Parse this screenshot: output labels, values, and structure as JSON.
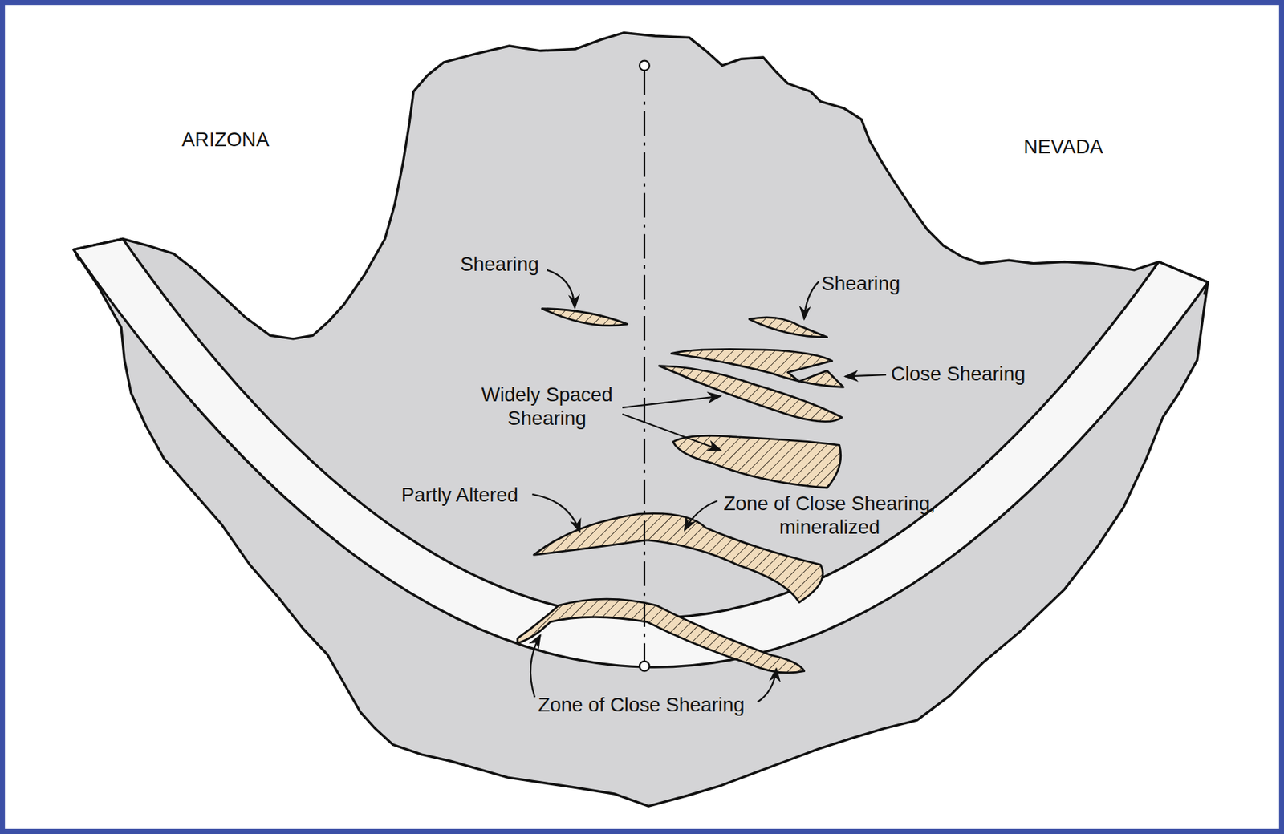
{
  "diagram": {
    "labels": [
      "ARIZONA",
      "NEVADA",
      "Shearing",
      "Shearing",
      "Close Shearing",
      "Widely Spaced Shearing",
      "Partly Altered",
      "Zone of Close Shearing, mineralized",
      "Zone of Close Shearing"
    ]
  }
}
